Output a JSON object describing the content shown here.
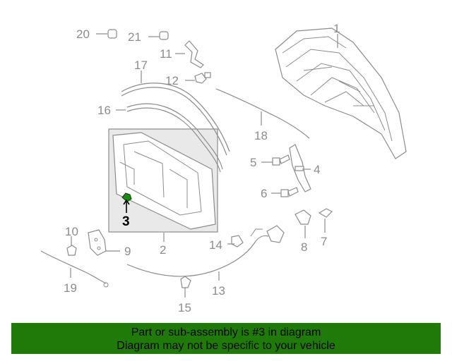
{
  "callouts": {
    "c1": "1",
    "c2": "2",
    "c3": "3",
    "c4": "4",
    "c5": "5",
    "c6": "6",
    "c7": "7",
    "c8": "8",
    "c9": "9",
    "c10": "10",
    "c11": "11",
    "c12": "12",
    "c13": "13",
    "c14": "14",
    "c15": "15",
    "c16": "16",
    "c17": "17",
    "c18": "18",
    "c19": "19",
    "c20": "20",
    "c21": "21"
  },
  "highlight_part": "3",
  "colors": {
    "banner": "#1f7a0a",
    "highlight_part": "#1a8a10",
    "linework": "#8c8c8c",
    "panel_fill": "#e9e9e9"
  },
  "footer": {
    "line1": "Part or sub-assembly is #3 in diagram",
    "line2": "Diagram may not be specific to your vehicle"
  }
}
